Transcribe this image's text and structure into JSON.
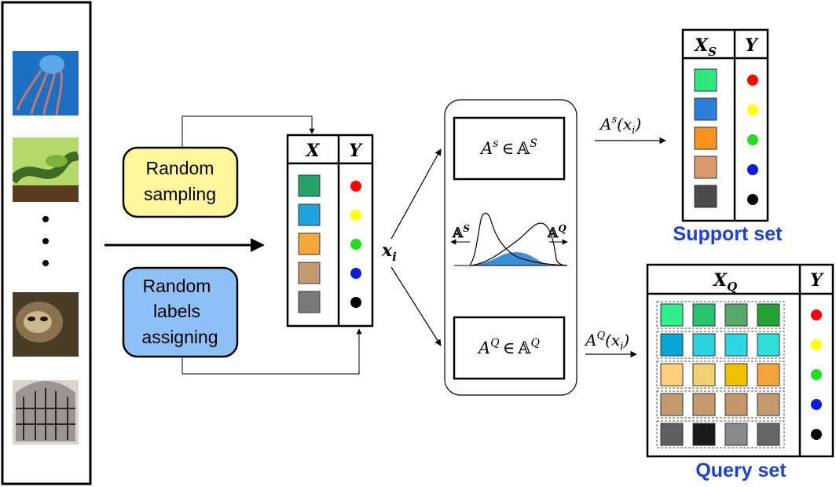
{
  "images": [
    {
      "name": "jellyfish-image",
      "colors": [
        "#1d6fc4",
        "#5aa8e6",
        "#c47a6a"
      ]
    },
    {
      "name": "snake-image",
      "colors": [
        "#3f6b25",
        "#7fb236",
        "#b5d86a"
      ]
    },
    {
      "name": "sloth-image",
      "colors": [
        "#4a3d26",
        "#8a7250",
        "#cbb78c"
      ]
    },
    {
      "name": "fireplace-screen-image",
      "colors": [
        "#6b6660",
        "#9a9590",
        "#d8d5d0"
      ]
    }
  ],
  "sampling": {
    "line1": "Random",
    "line2": "sampling",
    "fill": "#fff59a"
  },
  "labeling": {
    "line1": "Random",
    "line2": "labels",
    "line3": "assigning",
    "fill": "#8ec1f7"
  },
  "center_table": {
    "x_header": "X",
    "y_header": "Y",
    "x_colors": [
      "#27a36a",
      "#1fa2e0",
      "#f6a73a",
      "#c49a6c",
      "#7a7a7a"
    ],
    "y_colors": [
      "#ff0000",
      "#ffff00",
      "#22dd22",
      "#0a1ddb",
      "#000000"
    ]
  },
  "xi": {
    "base": "x",
    "sub": "i"
  },
  "aug": {
    "as_box": {
      "base": "A",
      "sup": "s",
      "rel": "∈",
      "set": "𝔸",
      "set_sup": "S"
    },
    "aq_box": {
      "base": "A",
      "sup": "Q",
      "rel": "∈",
      "set": "𝔸",
      "set_sup": "Q"
    },
    "left_label": {
      "set": "𝔸",
      "sup": "S"
    },
    "right_label": {
      "set": "𝔸",
      "sup": "Q"
    },
    "overlap_color": "#3a8fdb"
  },
  "support_arrow": {
    "base": "A",
    "sup": "s",
    "arg": "(x",
    "arg_sub": "i",
    "close": ")"
  },
  "query_arrow": {
    "base": "A",
    "sup": "Q",
    "arg": "(x",
    "arg_sub": "i",
    "close": ")"
  },
  "support_table": {
    "x_header": "X",
    "x_sub": "S",
    "y_header": "Y",
    "x_colors": [
      "#2ee87f",
      "#2a7fdb",
      "#f6921e",
      "#d9996b",
      "#4a4a4a"
    ],
    "y_colors": [
      "#ff0000",
      "#ffff00",
      "#22dd22",
      "#0a1ddb",
      "#000000"
    ],
    "caption": "Support set"
  },
  "query_table": {
    "x_header": "X",
    "x_sub": "Q",
    "y_header": "Y",
    "rows": [
      [
        "#2ff08a",
        "#27c46f",
        "#58a86a",
        "#22a332"
      ],
      [
        "#0aa6d8",
        "#2ad2e0",
        "#2ad8e6",
        "#2ee0dc"
      ],
      [
        "#ffd07a",
        "#f2d06e",
        "#eec200",
        "#f6a438"
      ],
      [
        "#c49a6c",
        "#c49a6c",
        "#c4966a",
        "#c49a6c"
      ],
      [
        "#5f5f5f",
        "#1a1a1a",
        "#8a8a8a",
        "#666666"
      ]
    ],
    "y_colors": [
      "#ff0000",
      "#ffff00",
      "#22dd22",
      "#0a1ddb",
      "#000000"
    ],
    "caption": "Query set"
  },
  "caption_color": "#1a3fe0"
}
